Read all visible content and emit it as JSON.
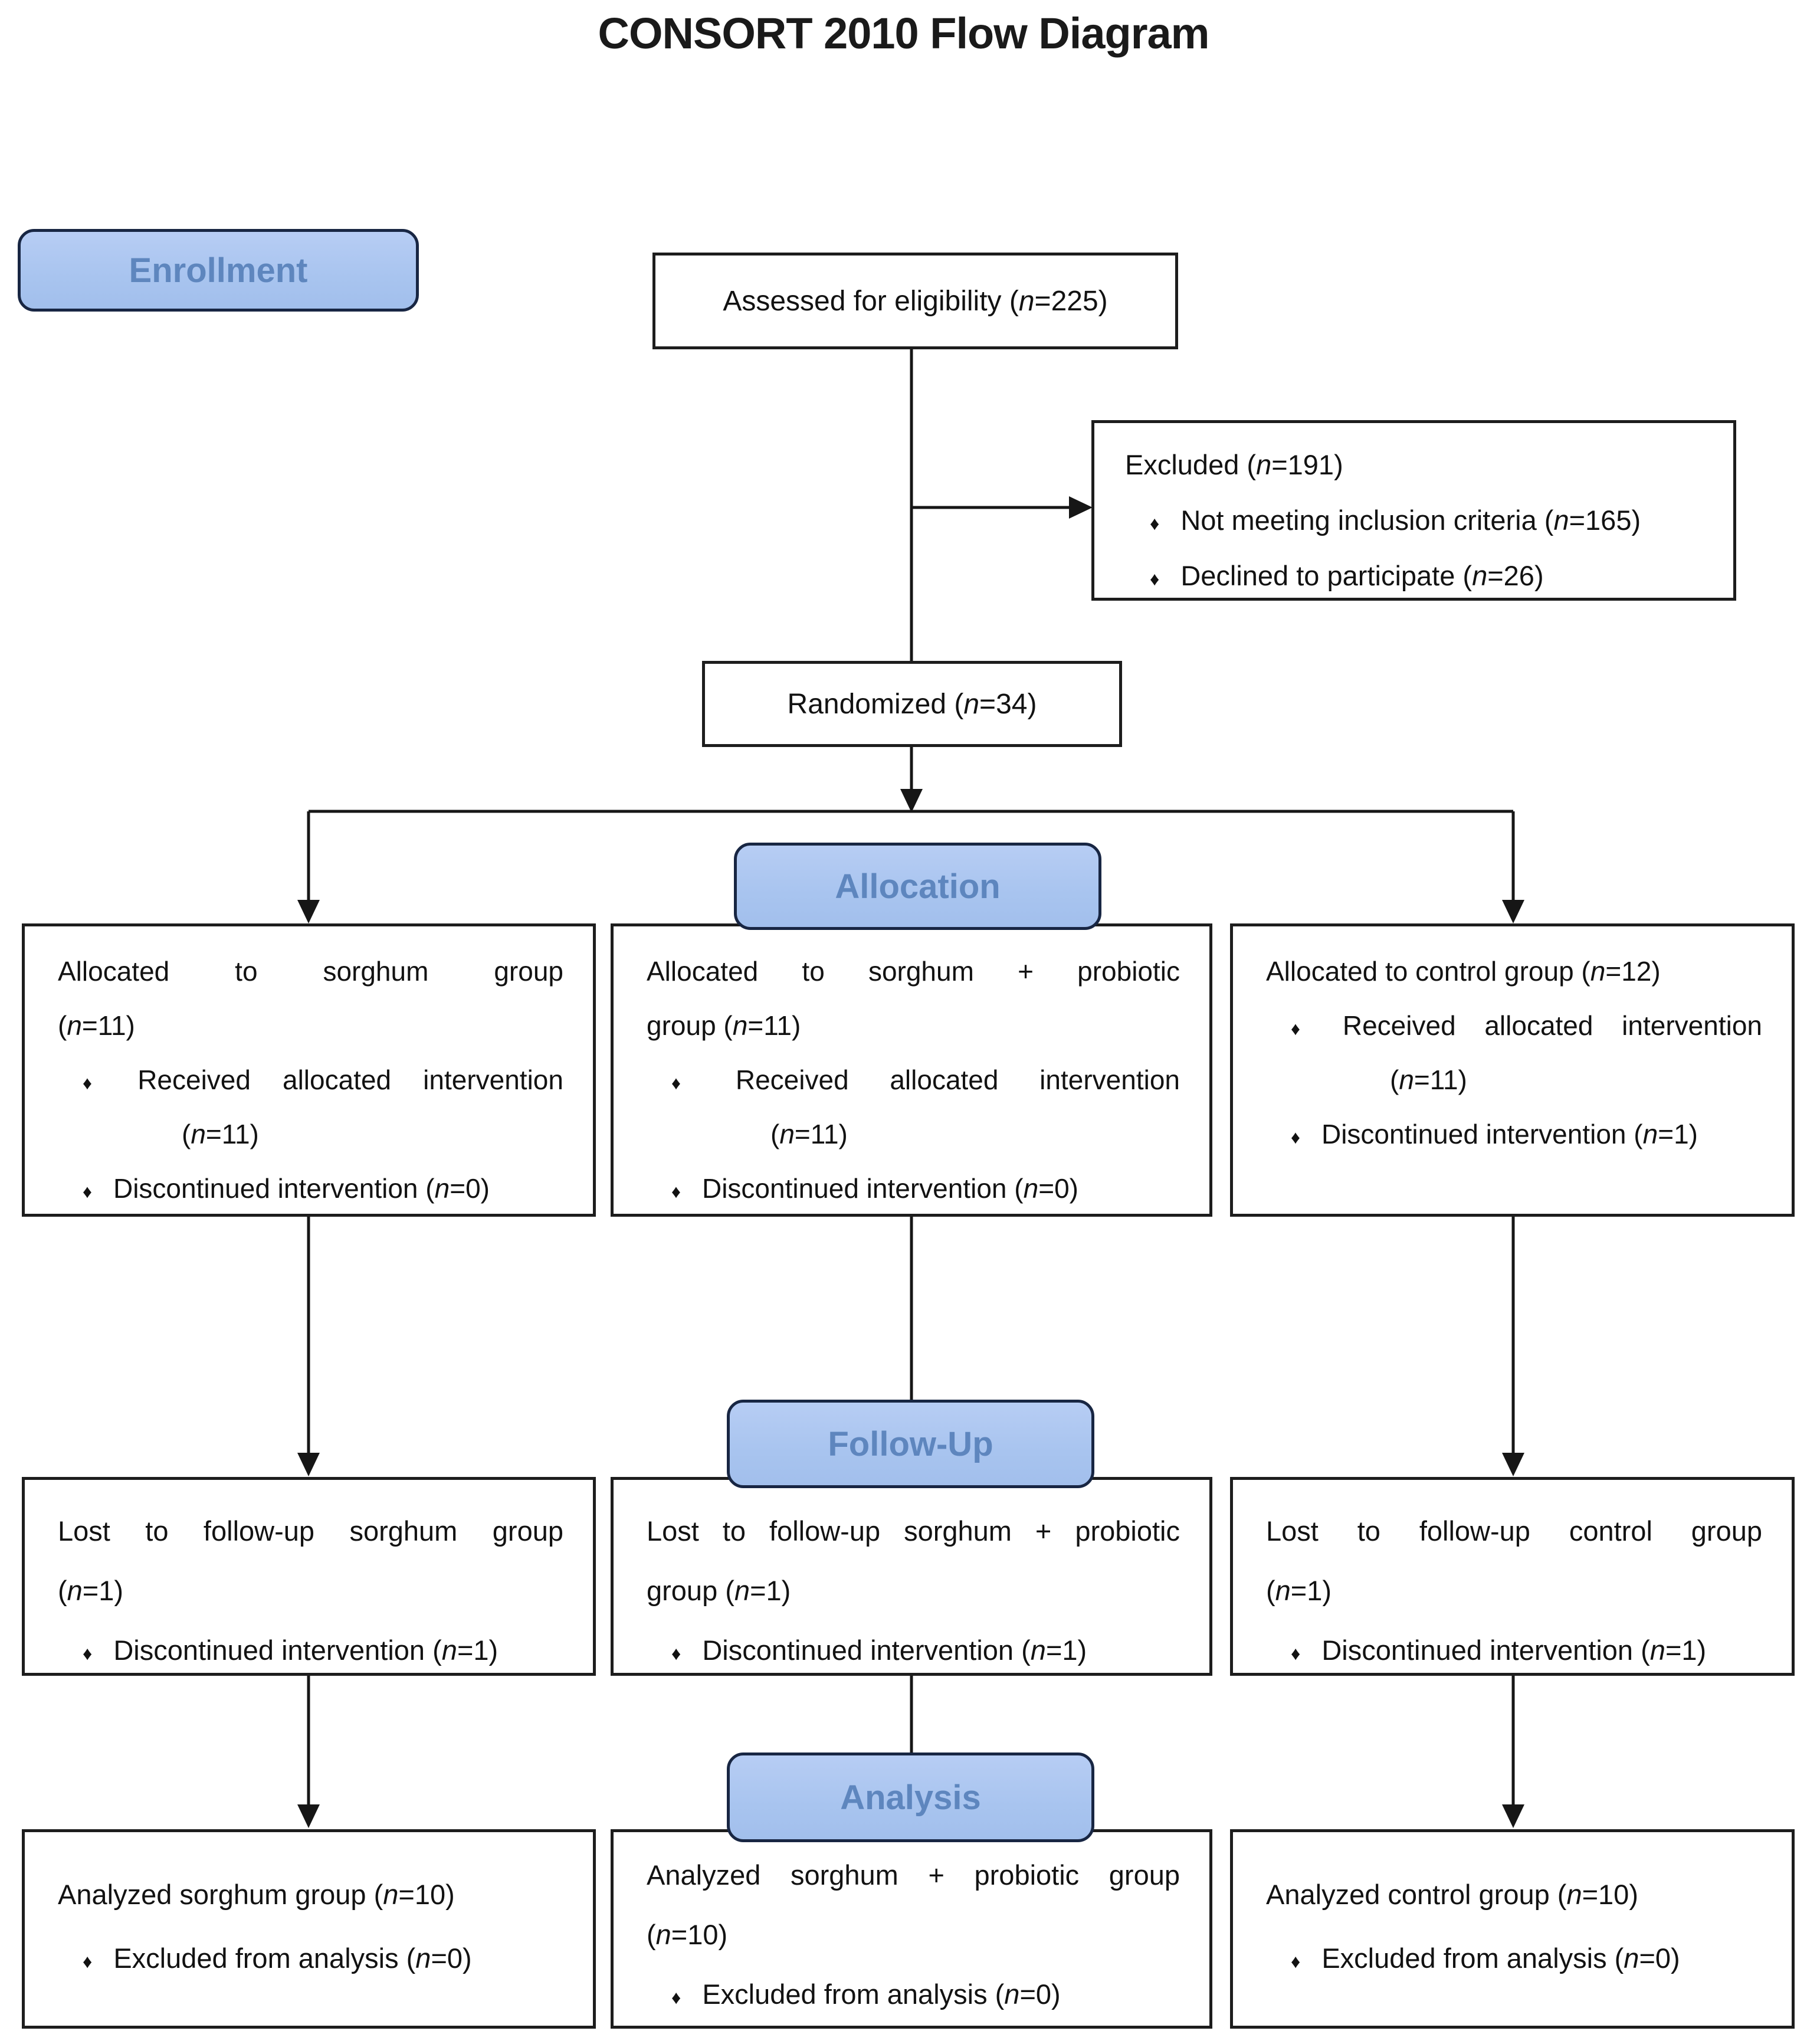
{
  "title": "CONSORT 2010 Flow Diagram",
  "bullet_glyph": "♦",
  "colors": {
    "stage_badge_fill": "#a8c4ef",
    "stage_badge_border": "#182643",
    "stage_badge_text": "#5e86be",
    "box_border": "#1d1d1d",
    "connector": "#161616",
    "background": "#ffffff",
    "text": "#121212"
  },
  "stage_labels": {
    "enrollment": "Enrollment",
    "allocation": "Allocation",
    "followup": "Follow-Up",
    "analysis": "Analysis"
  },
  "nodes": {
    "assessed": {
      "text": "Assessed for eligibility (n=225)"
    },
    "excluded": {
      "title": "Excluded (n=191)",
      "bullets": [
        {
          "lines": [
            "Not meeting inclusion criteria (n=165)"
          ]
        },
        {
          "lines": [
            "Declined to participate (n=26)"
          ]
        }
      ]
    },
    "randomized": {
      "text": "Randomized (n=34)"
    },
    "alloc_sorghum": {
      "title_lines": [
        "Allocated to sorghum group",
        "(n=11)"
      ],
      "bullets": [
        {
          "lines": [
            "Received allocated intervention",
            "(n=11)"
          ]
        },
        {
          "lines": [
            "Discontinued intervention (n=0)"
          ]
        }
      ]
    },
    "alloc_sorghum_probiotic": {
      "title_lines": [
        "Allocated to sorghum + probiotic",
        "group (n=11)"
      ],
      "bullets": [
        {
          "lines": [
            "Received allocated intervention",
            "(n=11)"
          ]
        },
        {
          "lines": [
            "Discontinued intervention (n=0)"
          ]
        }
      ]
    },
    "alloc_control": {
      "title_lines": [
        "Allocated to control group (n=12)"
      ],
      "bullets": [
        {
          "lines": [
            "Received allocated intervention",
            "(n=11)"
          ]
        },
        {
          "lines": [
            "Discontinued intervention (n=1)"
          ]
        }
      ]
    },
    "fu_sorghum": {
      "title_lines": [
        "Lost to follow-up sorghum group",
        "(n=1)"
      ],
      "bullets": [
        {
          "lines": [
            "Discontinued intervention (n=1)"
          ]
        }
      ]
    },
    "fu_sorghum_probiotic": {
      "title_lines": [
        "Lost to follow-up sorghum + probiotic",
        "group (n=1)"
      ],
      "bullets": [
        {
          "lines": [
            "Discontinued intervention (n=1)"
          ]
        }
      ]
    },
    "fu_control": {
      "title_lines": [
        "Lost to follow-up control group",
        "(n=1)"
      ],
      "bullets": [
        {
          "lines": [
            "Discontinued intervention (n=1)"
          ]
        }
      ]
    },
    "an_sorghum": {
      "title_lines": [
        "Analyzed sorghum group (n=10)"
      ],
      "bullets": [
        {
          "lines": [
            "Excluded from analysis (n=0)"
          ]
        }
      ]
    },
    "an_sorghum_probiotic": {
      "title_lines": [
        "Analyzed sorghum + probiotic group",
        "(n=10)"
      ],
      "bullets": [
        {
          "lines": [
            "Excluded from analysis (n=0)"
          ]
        }
      ]
    },
    "an_control": {
      "title_lines": [
        "Analyzed control group (n=10)"
      ],
      "bullets": [
        {
          "lines": [
            "Excluded from analysis (n=0)"
          ]
        }
      ]
    }
  }
}
